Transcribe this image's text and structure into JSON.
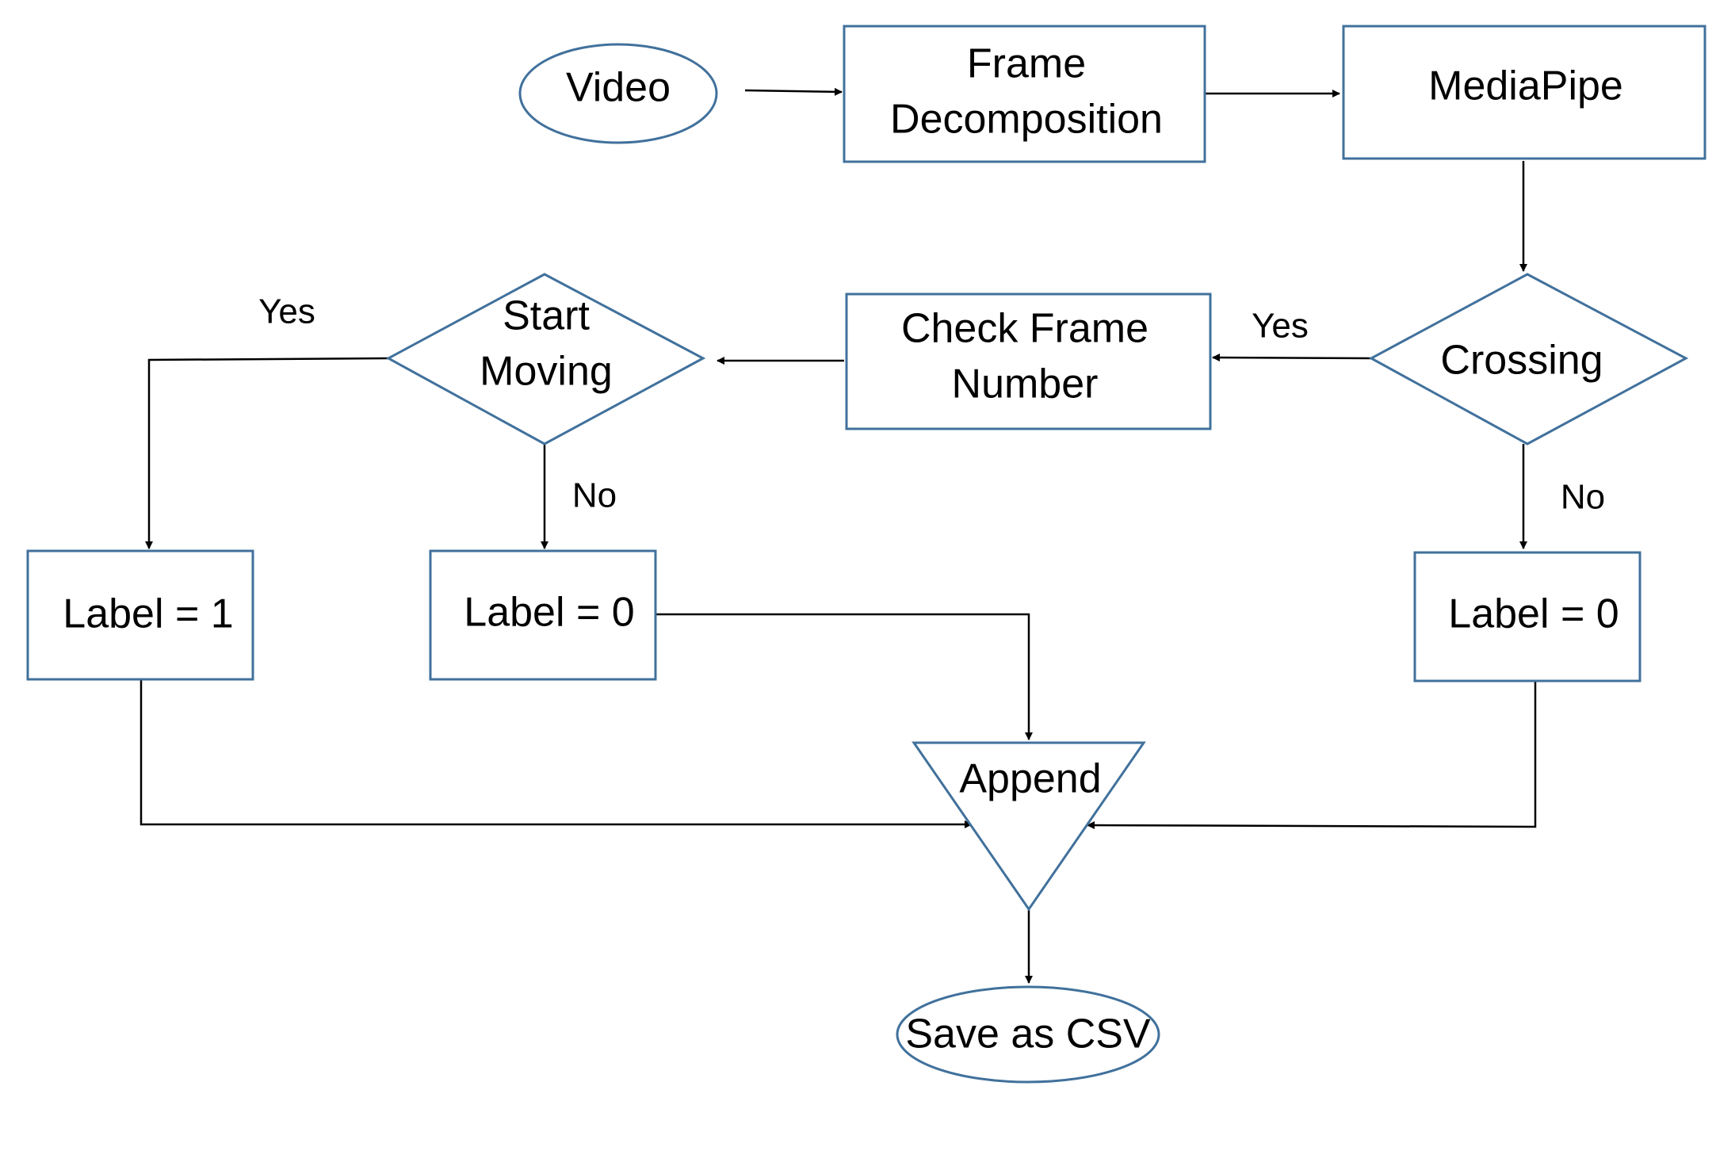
{
  "nodes": {
    "video": "Video",
    "frame_decomposition": [
      "Frame",
      "Decomposition"
    ],
    "mediapipe": "MediaPipe",
    "crossing": "Crossing",
    "check_frame_number": [
      "Check Frame",
      "Number"
    ],
    "start_moving": [
      "Start",
      "Moving"
    ],
    "label_1": "Label = 1",
    "label_0_left": "Label = 0",
    "label_0_right": "Label = 0",
    "append": "Append",
    "save_as_csv": "Save as CSV"
  },
  "edge_labels": {
    "crossing_yes": "Yes",
    "crossing_no": "No",
    "start_moving_yes": "Yes",
    "start_moving_no": "No"
  },
  "colors": {
    "shape_stroke": "#41719c",
    "arrow": "#000000"
  }
}
